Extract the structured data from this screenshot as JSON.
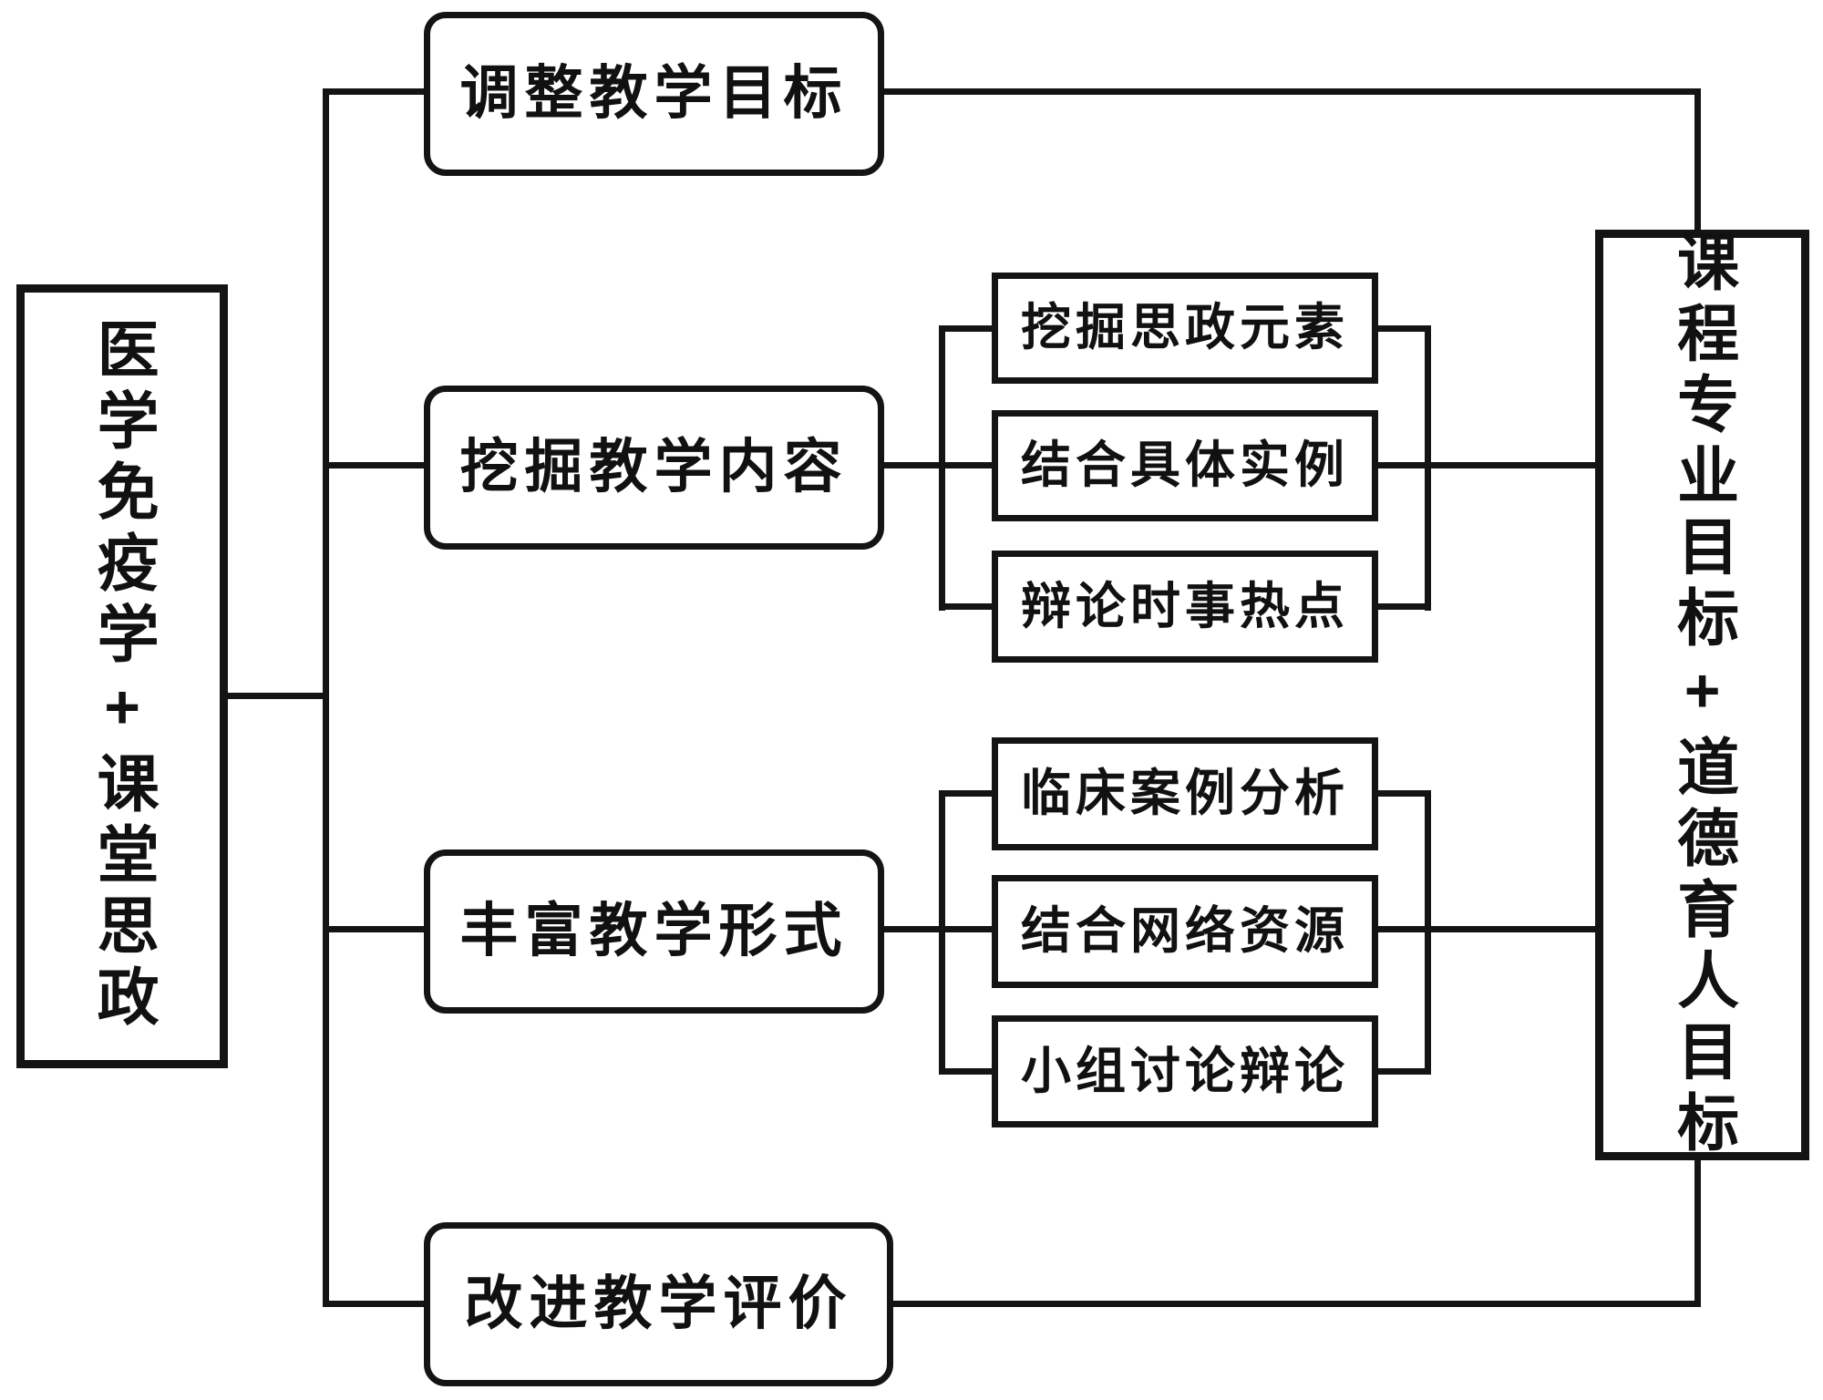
{
  "diagram": {
    "title_implied": "课程思政教学设计流程图",
    "source": {
      "label": "医学免疫学+课堂思政"
    },
    "target": {
      "label": "课程专业目标+道德育人目标"
    },
    "steps": [
      {
        "label": "调整教学目标",
        "children": []
      },
      {
        "label": "挖掘教学内容",
        "children": [
          "挖掘思政元素",
          "结合具体实例",
          "辩论时事热点"
        ]
      },
      {
        "label": "丰富教学形式",
        "children": [
          "临床案例分析",
          "结合网络资源",
          "小组讨论辩论"
        ]
      },
      {
        "label": "改进教学评价",
        "children": []
      }
    ],
    "colors": {
      "line": "#141414",
      "text": "#111111",
      "background": "#ffffff"
    }
  }
}
